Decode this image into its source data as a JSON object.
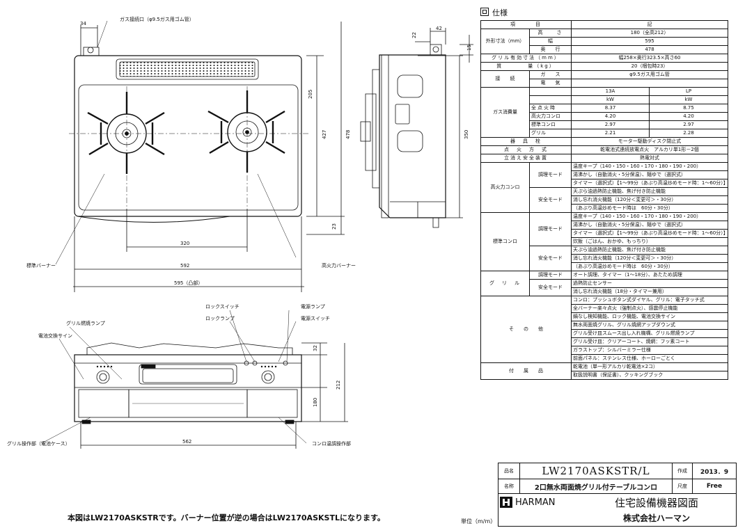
{
  "labels": {
    "dim_34": "34",
    "gas_inlet": "ガス接続口（φ9.5ガス用ゴム管）",
    "dim_205": "205",
    "dim_427": "427",
    "dim_478": "478",
    "dim_23": "23",
    "dim_320": "320",
    "dim_592": "592",
    "dim_595": "595（凸部）",
    "std_burner": "標準バーナー",
    "hi_burner": "高火力バーナー",
    "dim_22": "22",
    "dim_42": "42",
    "dim_15": "15",
    "dim_350": "350",
    "lock_switch": "ロックスイッチ",
    "lock_lamp": "ロックランプ",
    "power_lamp": "電源ランプ",
    "power_switch": "電源スイッチ",
    "grill_lamp": "グリル燃焼ランプ",
    "battery_sign": "電池交換サイン",
    "dim_32": "32",
    "dim_180": "180",
    "dim_212": "212",
    "dim_562": "562",
    "grill_op": "グリル操作部（電池ケース）",
    "stove_op": "コンロ温調操作部"
  },
  "spec": {
    "title": "仕様",
    "h_item": "項　　　目",
    "h_note": "記",
    "outer_dim": "外形寸法（mm）",
    "height": "高　　さ",
    "height_v": "180（全高212）",
    "width": "幅",
    "width_v": "595",
    "depth": "奥　　行",
    "depth_v": "478",
    "grill_dim": "グリル有効寸法（mm）",
    "grill_dim_v": "幅258×奥行323.5×高さ60",
    "mass": "質　　　　量（kg）",
    "mass_v": "20（梱包時23）",
    "connect": "接　　続",
    "gas": "ガ　　ス",
    "gas_v": "φ9.5ガス用ゴム管",
    "elec": "電　　気",
    "elec_v": "",
    "consumption": "ガス消費量",
    "g13a": "13A",
    "glp": "LP",
    "kw": "kW",
    "all": "全点火時",
    "all_13a": "8.37",
    "all_lp": "8.75",
    "hi": "高火力コンロ",
    "hi_13a": "4.20",
    "hi_lp": "4.20",
    "std": "標準コンロ",
    "std_13a": "2.97",
    "std_lp": "2.97",
    "grill": "グリル",
    "grill_13a": "2.21",
    "grill_lp": "2.28",
    "valve": "器　具　栓",
    "valve_v": "モーター駆動ディスク閉止式",
    "ignition": "点　火　方　式",
    "ignition_v": "乾電池式連続放電点火　アルカリ単1形－2個",
    "safety": "立消え安全装置",
    "safety_v": "熱電対式",
    "hi_stove": "高火力コンロ",
    "cook_mode": "調理モード",
    "safe_mode": "安全モード",
    "hi_cook_1": "温度キープ（140・150・160・170・180・190・200）",
    "hi_cook_2": "湯沸かし（自動消火・5分保温）、麺ゆで（選択式）",
    "hi_cook_3": "タイマー（選択式）【1～99分（あぶり高温炒めモード時：1～60分）】",
    "hi_safe_1": "天ぷら油過熱防止機能、焦げ付き防止機能",
    "hi_safe_2": "消し忘れ消火機能（120分＜変更可＞・30分）",
    "hi_safe_3": "（あぶり高温炒めモード時は　60分・30分）",
    "std_stove": "標準コンロ",
    "std_cook_1": "温度キープ（140・150・160・170・180・190・200）",
    "std_cook_2": "湯沸かし（自動消火・5分保温）、麺ゆで（選択式）",
    "std_cook_3": "タイマー（選択式）【1～99分（あぶり高温炒めモード時：1～60分）】",
    "std_cook_4": "炊飯（ごはん、おかゆ、もっちり）",
    "std_safe_1": "天ぷら油過熱防止機能、焦げ付き防止機能",
    "std_safe_2": "消し忘れ消火機能（120分＜変更可＞・30分）",
    "std_safe_3": "（あぶり高温炒めモード時は　60分・30分）",
    "grill_row": "グ　リ　ル",
    "grill_cook_1": "オート調理、タイマー（1～18分）、あたため調理",
    "grill_safe_1": "過熱防止センサー",
    "grill_safe_2": "消し忘れ消火機能（18分・タイマー兼用）",
    "other": "そ　　の　　他",
    "other_1": "コンロ：プッシュボタン式ダイヤル、グリル：電子タッチ式",
    "other_2": "全バーナー楽々点火（強制点火）、感震停止機能",
    "other_3": "鍋なし検知機能、ロック機能、電池交換サイン",
    "other_4": "無水両面焼グリル、グリル焼網アップダウン式",
    "other_5": "グリル受け皿スムース出し入れ機構、グリル燃焼ランプ",
    "other_6": "グリル受け皿：クリアーコート、焼網：フッ素コート",
    "other_7": "ガラストップ：シルバーミラー仕様",
    "other_8": "前面パネル：ステンレス仕様、ホーローごとく",
    "accessory": "付　　属　　品",
    "acc_1": "乾電池（単一形アルカリ乾電池×2コ）",
    "acc_2": "取扱説明書（保証書）、クッキングブック"
  },
  "titleblock": {
    "name_label": "品名",
    "model": "LW2170ASKSTR/L",
    "made_label": "作成",
    "date": "2013．9",
    "title_label": "名称",
    "product": "2口無水両面焼グリル付テーブルコンロ",
    "scale_label": "尺度",
    "scale": "Free",
    "brand": "HARMAN",
    "doc": "住宅設備機器図面",
    "company": "株式会社ハーマン"
  },
  "footer": {
    "note": "本図はLW2170ASKSTRです。バーナー位置が逆の場合はLW2170ASKSTLになります。",
    "unit": "単位（m/m）"
  }
}
